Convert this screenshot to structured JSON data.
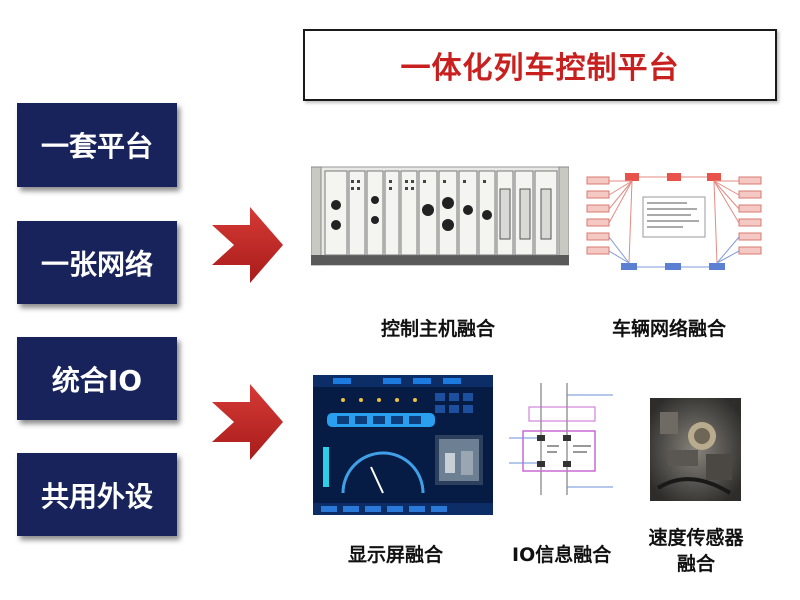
{
  "title": "一体化列车控制平台",
  "left_items": [
    {
      "label": "一套平台"
    },
    {
      "label": "一张网络"
    },
    {
      "label": "统合IO"
    },
    {
      "label": "共用外设"
    }
  ],
  "captions": {
    "control_host": "控制主机融合",
    "vehicle_network": "车辆网络融合",
    "display": "显示屏融合",
    "io": "IO信息融合",
    "speed_sensor_line1": "速度传感器",
    "speed_sensor_line2": "融合"
  },
  "colors": {
    "title_red": "#c8201e",
    "navy": "#17235a",
    "arrow_red": "#c62a27"
  }
}
